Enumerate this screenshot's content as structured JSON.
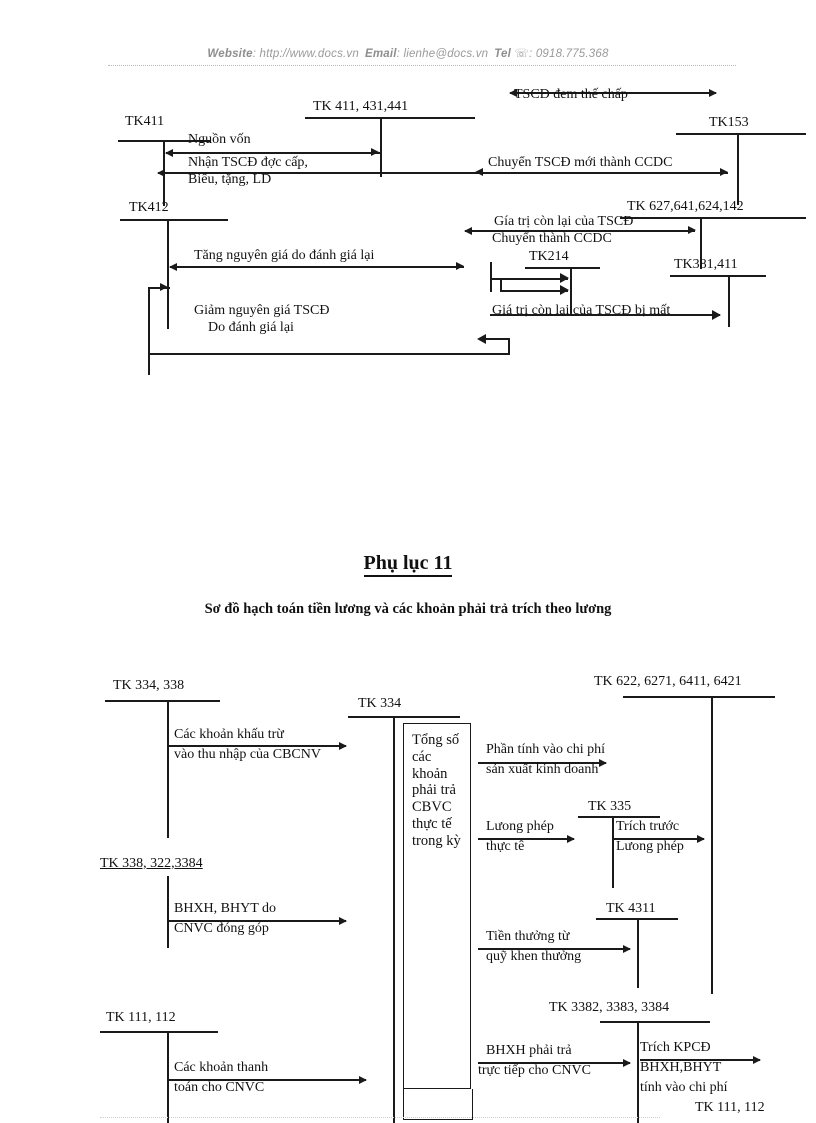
{
  "header": {
    "website_label": "Website",
    "website_url": ": http://www.docs.vn",
    "email_label": "Email",
    "email_value": ": lienhe@docs.vn",
    "tel_label": "Tel",
    "tel_icon": "telephone-icon",
    "tel_value": ": 0918.775.368"
  },
  "diagram_top": {
    "name": "so-do-hach-toan-tscd",
    "accounts": [
      {
        "id": "tk411",
        "label": "TK411"
      },
      {
        "id": "tk411431441",
        "label": "TK 411, 431,441"
      },
      {
        "id": "tk153",
        "label": "TK153"
      },
      {
        "id": "tk412",
        "label": "TK412"
      },
      {
        "id": "tk627",
        "label": "TK 627,641,624,142"
      },
      {
        "id": "tk214",
        "label": "TK214"
      },
      {
        "id": "tk381411",
        "label": "TK381,411"
      }
    ],
    "flows": [
      {
        "id": "f1",
        "text": "TSCĐ đem thế chấp"
      },
      {
        "id": "f2",
        "text": "Nguồn vốn"
      },
      {
        "id": "f3",
        "line1": "Nhận TSCĐ đợc   cấp,",
        "line2": "Biếu, tặng, LD"
      },
      {
        "id": "f4",
        "text": "Chuyển TSCĐ mới thành CCDC"
      },
      {
        "id": "f5",
        "text": "Tăng nguyên giá do đánh giá lại"
      },
      {
        "id": "f6",
        "line1": "Giảm nguyên giá TSCĐ",
        "line2": "Do đánh giá lại"
      },
      {
        "id": "f7",
        "line1": "Gía trị còn lại của TSCĐ",
        "line2": "Chuyển thành CCDC"
      },
      {
        "id": "f8",
        "text": "Giá trị còn lại của TSCĐ bị mất"
      }
    ]
  },
  "appendix": {
    "title": "Phụ lục 11",
    "subtitle": "Sơ đồ hạch toán tiền lương và các khoản phải trả trích theo lương"
  },
  "diagram_bottom": {
    "name": "so-do-hach-toan-tien-luong",
    "accounts": [
      {
        "id": "tk334338",
        "label": "TK 334, 338"
      },
      {
        "id": "tk334",
        "label": "TK 334"
      },
      {
        "id": "tk622",
        "label": "TK 622, 6271, 6411, 6421"
      },
      {
        "id": "tk335",
        "label": "TK 335"
      },
      {
        "id": "tk338322",
        "label": "TK 338, 322,3384"
      },
      {
        "id": "tk4311",
        "label": "TK 4311"
      },
      {
        "id": "tk111112a",
        "label": "TK 111, 112"
      },
      {
        "id": "tk3382",
        "label": "TK 3382, 3383, 3384"
      },
      {
        "id": "tk111112b",
        "label": "TK 111, 112"
      }
    ],
    "center_box": "Tổng số các khoản phải trả CBVC thực tế trong kỳ",
    "flows": [
      {
        "id": "b1",
        "line1": "Các khoản khấu trừ",
        "line2": "vào thu nhập của CBCNV"
      },
      {
        "id": "b2",
        "line1": "Phần tính vào chi phí",
        "line2": "sản  xuất kinh  doanh"
      },
      {
        "id": "b3",
        "line1": "Lưong phép",
        "line2": "thực tê"
      },
      {
        "id": "b4",
        "line1": "Trích trước",
        "line2": "Lưong phép"
      },
      {
        "id": "b5",
        "line1": "BHXH, BHYT do",
        "line2": "CNVC đóng góp"
      },
      {
        "id": "b6",
        "line1": "Tiền thưởng từ",
        "line2": "quỹ khen thưởng"
      },
      {
        "id": "b7",
        "line1": "Các khoản thanh",
        "line2": "toán cho CNVC"
      },
      {
        "id": "b8",
        "line1": "BHXH phải trả",
        "line2": "trực tiếp cho CNVC"
      },
      {
        "id": "b9",
        "line1": "Trích KPCĐ",
        "line2": "BHXH,BHYT",
        "line3": "tính vào chi phí"
      }
    ]
  },
  "colors": {
    "ink": "#111111",
    "header_gray": "#9a9a9a",
    "rule": "#b9b9b9"
  }
}
